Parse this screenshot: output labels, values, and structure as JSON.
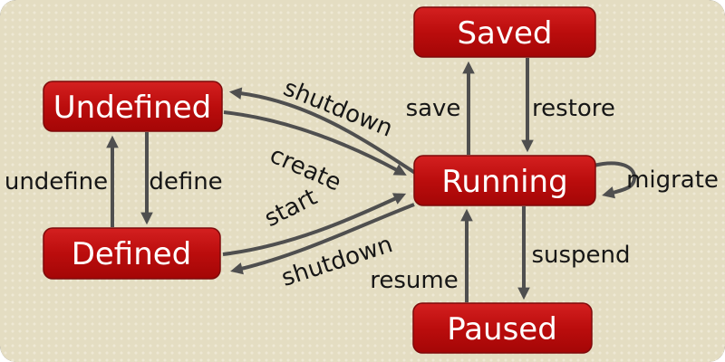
{
  "diagram_type": "state-transition-diagram",
  "colors": {
    "background_base": "#e4ddc2",
    "background_dot": "#eee8d4",
    "state_fill_top": "#d42020",
    "state_fill_bottom": "#a40606",
    "state_border": "#7e0a0a",
    "state_text": "#ffffff",
    "arrow": "#4f4f4f",
    "edge_label_text": "#161616"
  },
  "states": {
    "undefined": {
      "label": "Undefined"
    },
    "defined": {
      "label": "Defined"
    },
    "saved": {
      "label": "Saved"
    },
    "running": {
      "label": "Running"
    },
    "paused": {
      "label": "Paused"
    }
  },
  "transitions": {
    "undefine": {
      "label": "undefine",
      "from": "Defined",
      "to": "Undefined"
    },
    "define": {
      "label": "define",
      "from": "Undefined",
      "to": "Defined"
    },
    "shutdown_top": {
      "label": "shutdown",
      "from": "Running",
      "to": "Undefined"
    },
    "create": {
      "label": "create",
      "from": "Undefined",
      "to": "Running"
    },
    "start": {
      "label": "start",
      "from": "Defined",
      "to": "Running"
    },
    "shutdown_bottom": {
      "label": "shutdown",
      "from": "Running",
      "to": "Defined"
    },
    "save": {
      "label": "save",
      "from": "Running",
      "to": "Saved"
    },
    "restore": {
      "label": "restore",
      "from": "Saved",
      "to": "Running"
    },
    "migrate": {
      "label": "migrate",
      "from": "Running",
      "to": "Running"
    },
    "suspend": {
      "label": "suspend",
      "from": "Running",
      "to": "Paused"
    },
    "resume": {
      "label": "resume",
      "from": "Paused",
      "to": "Running"
    }
  }
}
